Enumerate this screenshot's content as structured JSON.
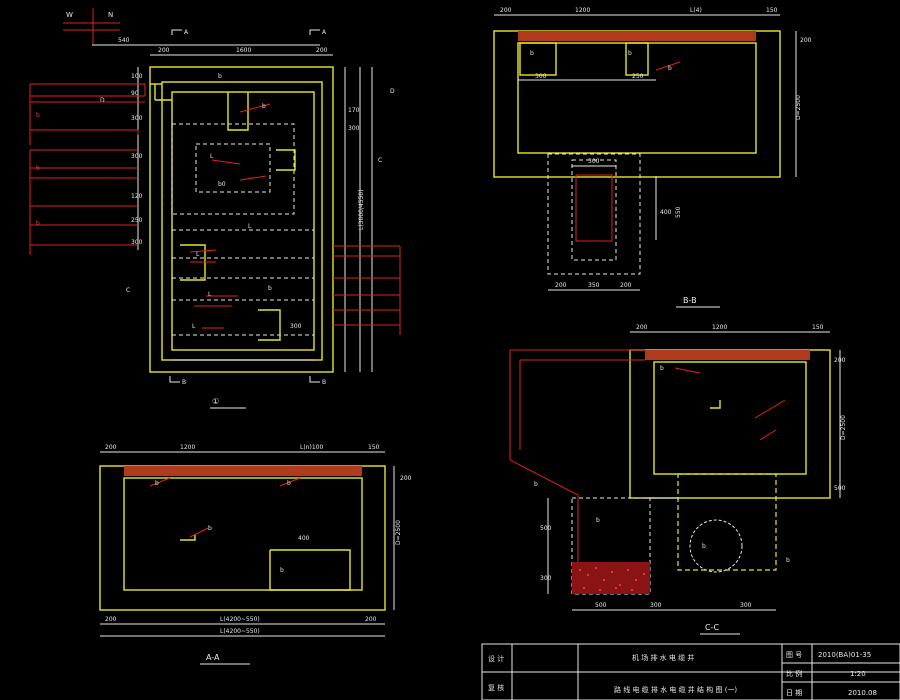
{
  "plan": {
    "title": "①",
    "dims_top": [
      "200",
      "1600",
      "200"
    ],
    "dim_overall": "540",
    "dims_left": [
      "100",
      "90",
      "300",
      "300",
      "120",
      "250",
      "300"
    ],
    "dims_right_a": "300",
    "dims_right_b": "170",
    "dim_long": "L(3000/4550)",
    "notes": [
      "b",
      "b",
      "L",
      "b0",
      "L",
      "L",
      "b",
      "L",
      "L"
    ],
    "sections": [
      "A",
      "A",
      "B",
      "B",
      "C",
      "C",
      "D",
      "D"
    ],
    "bottom_dim": "300"
  },
  "section_aa": {
    "title": "A-A",
    "dims_top": [
      "200",
      "1200",
      "L(n)100",
      "150"
    ],
    "dims_bottom": [
      "200",
      "L(4200~550)",
      "200"
    ],
    "dims_bottom2": "L(4200~550)",
    "dim_right": "D=2500",
    "dim_right2": "200",
    "dim_inner": "400",
    "labels": [
      "b",
      "b",
      "b",
      "b"
    ]
  },
  "section_bb": {
    "title": "B-B",
    "dims_top": [
      "200",
      "1200",
      "L(4)",
      "150"
    ],
    "dims_inner": [
      "300",
      "250"
    ],
    "dims_right": [
      "D=2500",
      "200",
      "550"
    ],
    "dims_pit": [
      "300",
      "400"
    ],
    "dims_bottom": [
      "200",
      "350",
      "200"
    ],
    "labels": [
      "b",
      "b",
      "b"
    ]
  },
  "section_cc": {
    "title": "C-C",
    "dims_top": [
      "200",
      "1200",
      "150"
    ],
    "dims_right": [
      "D=2500",
      "200",
      "500"
    ],
    "dims_left": [
      "500",
      "300"
    ],
    "dims_bottom": [
      "500",
      "300",
      "300"
    ],
    "labels": [
      "b",
      "b",
      "b",
      "b",
      "b"
    ]
  },
  "title_block": {
    "row1_left": "设 计",
    "row2_left": "复 核",
    "center_top": "机 场 排 水 电 缆 井",
    "center_bottom": "路 线 电 缆 排 水 电 缆 井 结 构 图 (一)",
    "code_label": "图 号",
    "code_value": "2010(BA)01-35",
    "scale_label": "比 例",
    "scale_value": "1:20",
    "date_label": "日 期",
    "date_value": "2010.08"
  },
  "arrow": {
    "left_label": "W",
    "right_label": "N"
  }
}
